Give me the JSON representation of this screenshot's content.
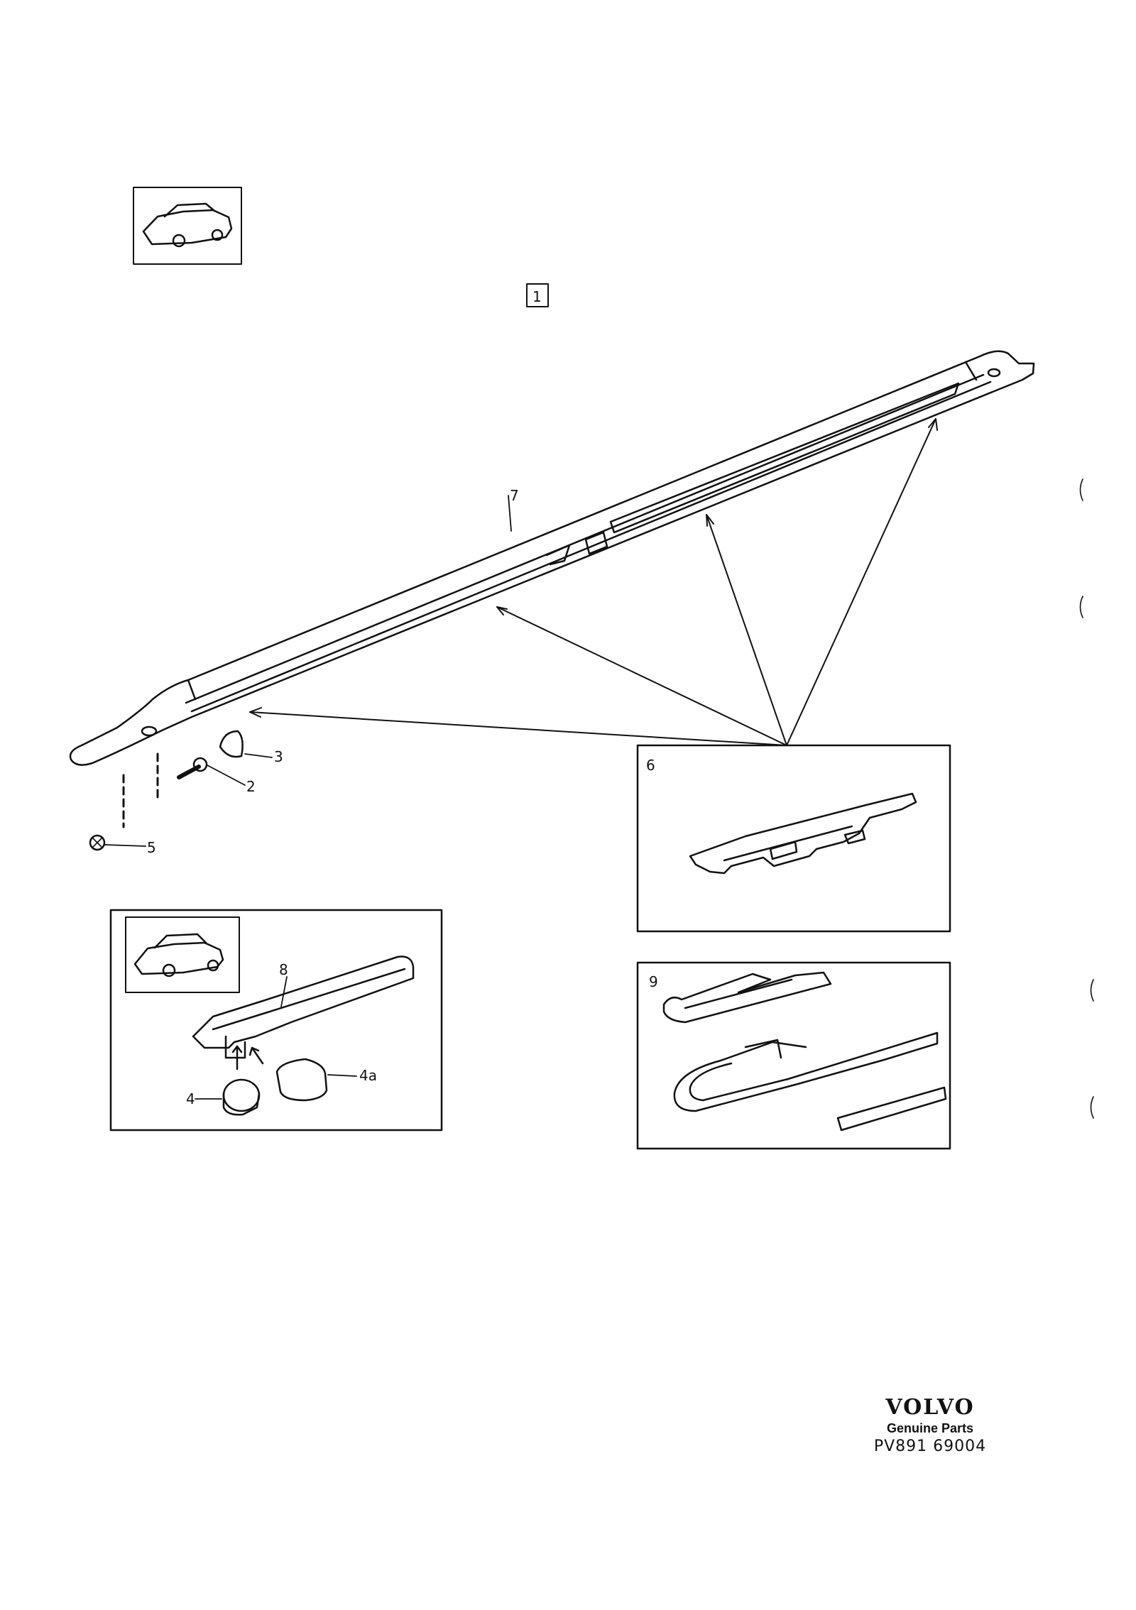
{
  "diagram": {
    "page_marker": "1",
    "labels": {
      "rail": "7",
      "screw": "2",
      "cap": "3",
      "washer": "5",
      "bushing": "4",
      "clip": "4a",
      "detail_clip_box": "6",
      "detail_moulding_box": "8",
      "detail_strip_box": "9"
    }
  },
  "footer": {
    "brand": "VOLVO",
    "subtitle": "Genuine Parts",
    "reference": "PV891 69004"
  }
}
